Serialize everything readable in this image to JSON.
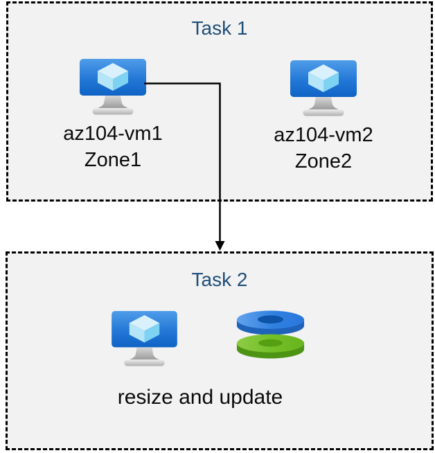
{
  "diagram": {
    "task1": {
      "title": "Task 1",
      "vms": [
        {
          "name": "az104-vm1",
          "zone": "Zone1"
        },
        {
          "name": "az104-vm2",
          "zone": "Zone2"
        }
      ]
    },
    "task2": {
      "title": "Task 2",
      "caption": "resize and update"
    },
    "connector": {
      "from": "az104-vm1",
      "to": "Task 2",
      "style": "elbow-arrow-down"
    },
    "icons": {
      "vm": "azure-virtual-machine-icon",
      "disks": "azure-managed-disks-icon"
    },
    "colors": {
      "page_background": "#ffffff",
      "panel_background": "#f2f2f2",
      "panel_border": "#000000",
      "title_text": "#1f4e79",
      "label_text": "#0a0a0a",
      "arrow": "#000000",
      "vm_screen_top": "#4f9de9",
      "vm_screen_bottom": "#0f63c5",
      "vm_cube_top": "#d9f1fc",
      "vm_cube_left": "#b4e5f8",
      "vm_cube_right": "#7ed3f3",
      "disk_blue_top": "#2a77dc",
      "disk_blue_side": "#1e62ba",
      "disk_blue_hole": "#0d53a7",
      "disk_green_top": "#68b41c",
      "disk_green_side": "#4e9414",
      "disk_green_hole": "#569f12"
    }
  }
}
